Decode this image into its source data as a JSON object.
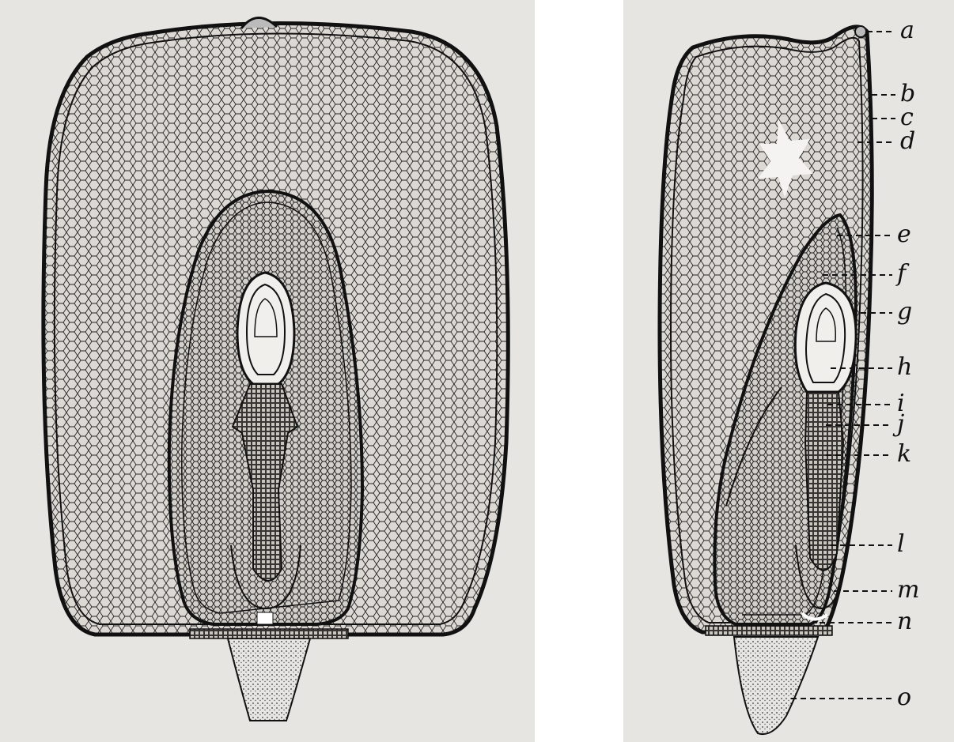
{
  "labels": {
    "a": "a",
    "b": "b",
    "c": "c",
    "d": "d",
    "e": "e",
    "f": "f",
    "g": "g",
    "h": "h",
    "i": "i",
    "j": "j",
    "k": "k",
    "l": "l",
    "m": "m",
    "n": "n",
    "o": "o"
  },
  "colors": {
    "paper": "#e7e5e2",
    "ink": "#111111",
    "cell_fill": "#d9d6d2"
  }
}
